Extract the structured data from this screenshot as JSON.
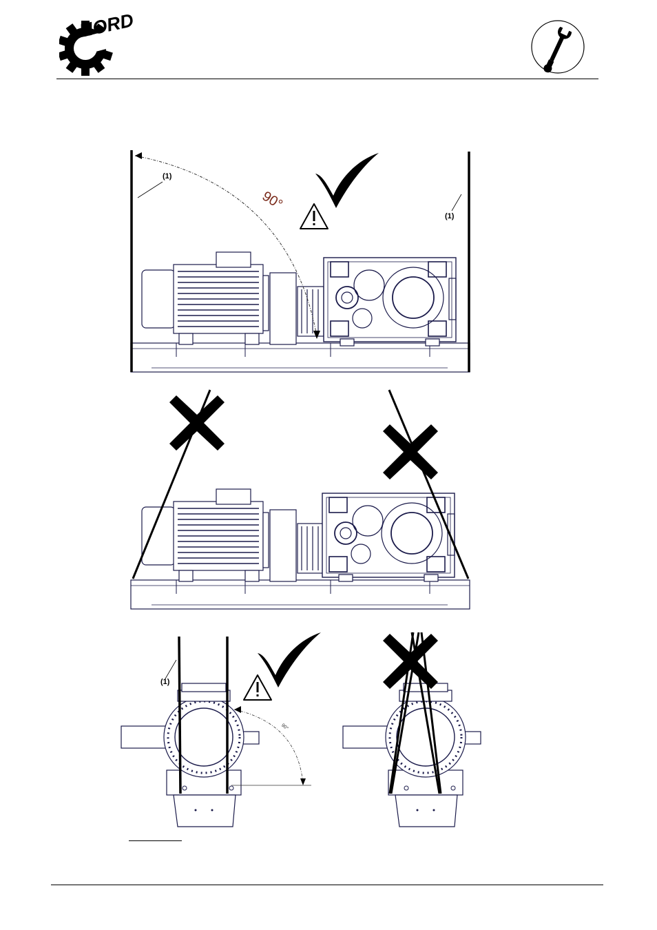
{
  "header": {
    "brand": "NORD",
    "service_icon": "wrench-icon"
  },
  "figure_top": {
    "rope_label_left": "(1)",
    "rope_label_right": "(1)",
    "angle": "90°",
    "verdict_icon": "checkmark-icon",
    "warning_icon": "warning-triangle-icon"
  },
  "figure_middle": {
    "verdict_icon": "cross-icon"
  },
  "figure_bottom": {
    "rope_label": "(1)",
    "angle": "90°",
    "left_verdict_icon": "checkmark-icon",
    "right_verdict_icon": "cross-icon",
    "warning_icon": "warning-triangle-icon"
  },
  "colors": {
    "ink": "#000000",
    "drawing": "#1a1a4a",
    "angle_text": "#7a2a1a"
  }
}
